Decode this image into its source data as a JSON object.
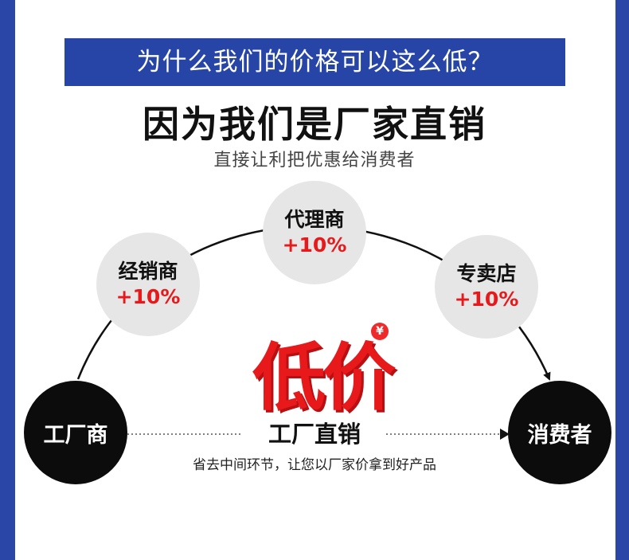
{
  "banner": "为什么我们的价格可以这么低？",
  "headline": "因为我们是厂家直销",
  "subhead": "直接让利把优惠给消费者",
  "middlemen": [
    {
      "name": "经销商",
      "markup": "+10%"
    },
    {
      "name": "代理商",
      "markup": "+10%"
    },
    {
      "name": "专卖店",
      "markup": "+10%"
    }
  ],
  "factory": "工厂商",
  "consumer": "消费者",
  "low_price": "低价",
  "yen_symbol": "¥",
  "direct_label": "工厂直销",
  "caption": "省去中间环节，让您以厂家价拿到好产品",
  "colors": {
    "frame_blue": "#2a47a8",
    "banner_blue": "#2645a6",
    "accent_red": "#e8191b",
    "bubble_gray": "#e6e6e6",
    "node_black": "#0c0c0c"
  }
}
